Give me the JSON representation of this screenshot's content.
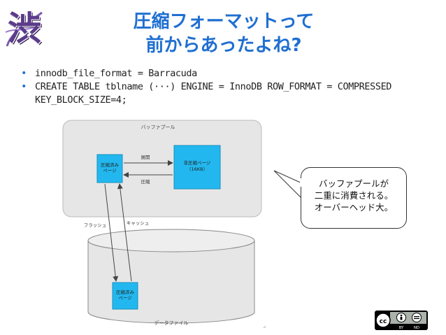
{
  "slide": {
    "title_lines": [
      "圧縮フォーマットって",
      "前からあったよね?"
    ],
    "logo_char": "渋",
    "bullets": [
      "innodb_file_format = Barracuda",
      "CREATE TABLE tblname (···) ENGINE = InnoDB ROW_FORMAT = COMPRESSED KEY_BLOCK_SIZE=4;"
    ],
    "bullet_glyph": "•",
    "page_mark": "⌟"
  },
  "diagram": {
    "buffer_pool_label": "バッファプール",
    "compressed_page_top": [
      "圧縮済み",
      "ページ"
    ],
    "uncompressed_page": [
      "非圧縮ページ",
      "（16KB）"
    ],
    "arrow_expand_label": "展開",
    "arrow_compress_label": "圧縮",
    "flush_label": "フラッシュ",
    "cache_label": "キャッシュ",
    "compressed_page_bottom": [
      "圧縮済み",
      "ページ"
    ],
    "datafile_label": "データファイル"
  },
  "callout": {
    "lines": [
      "バッファプールが",
      "二重に消費される。",
      "オーバーヘッド大。"
    ]
  },
  "license": {
    "badge": "cc",
    "by_label": "BY",
    "nd_label": "ND"
  },
  "colors": {
    "title": "#1f6fd1",
    "page_box": "#22b8ef",
    "buffer_pool_bg": "#e6e6e6",
    "datafile_bg": "#e6e6e6"
  }
}
